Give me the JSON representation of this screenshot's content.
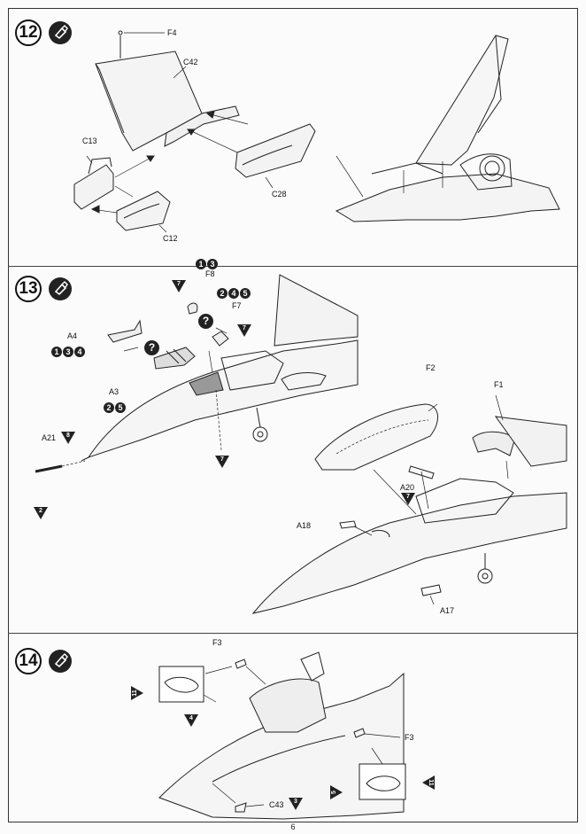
{
  "steps": {
    "s12": {
      "number": "12"
    },
    "s13": {
      "number": "13"
    },
    "s14": {
      "number": "14"
    }
  },
  "parts": {
    "F4": "F4",
    "C42": "C42",
    "C13": "C13",
    "C28": "C28",
    "C12": "C12",
    "F8": "F8",
    "F7": "F7",
    "A4": "A4",
    "A3": "A3",
    "A21": "A21",
    "F2": "F2",
    "F1": "F1",
    "A20": "A20",
    "A18": "A18",
    "A17": "A17",
    "F3a": "F3",
    "F3b": "F3",
    "C43": "C43"
  },
  "markers": {
    "f8_nums": [
      "1",
      "3"
    ],
    "f7_nums": [
      "2",
      "4",
      "5"
    ],
    "a4_nums": [
      "1",
      "3",
      "4"
    ],
    "a3_nums": [
      "2",
      "5"
    ],
    "question": "?",
    "tri_7": "7",
    "tri_8": "8",
    "tri_2": "2",
    "tri_4": "4",
    "tri_5": "5",
    "tri_11": "11",
    "tri_3": "3"
  },
  "footer": {
    "page": "6"
  }
}
